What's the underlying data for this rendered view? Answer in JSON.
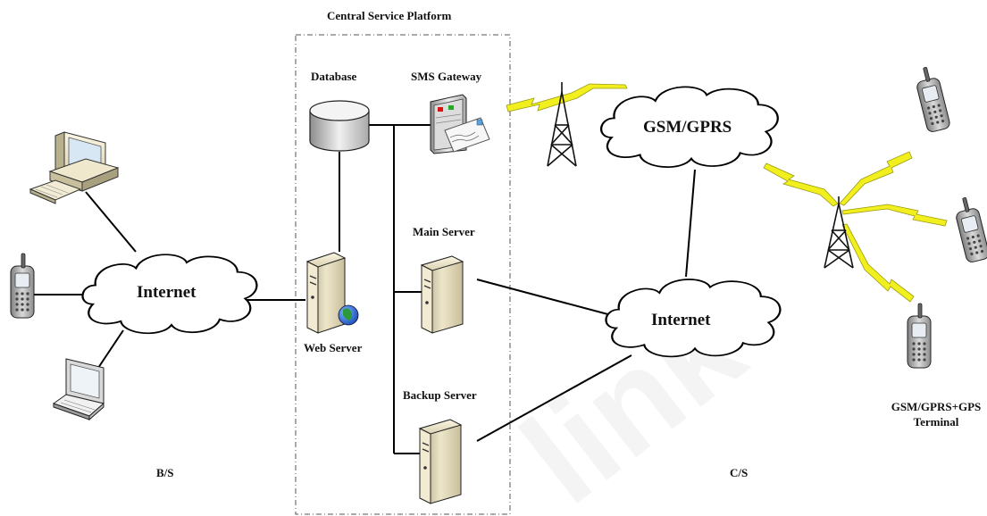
{
  "title": "Central Service Platform",
  "nodes": {
    "database": "Database",
    "sms_gateway": "SMS Gateway",
    "web_server": "Web Server",
    "main_server": "Main Server",
    "backup_server": "Backup Server",
    "internet_left": "Internet",
    "internet_right": "Internet",
    "gsm_gprs": "GSM/GPRS",
    "terminal_line1": "GSM/GPRS+GPS",
    "terminal_line2": "Terminal"
  },
  "sections": {
    "left": "B/S",
    "right": "C/S"
  },
  "watermark": "link",
  "colors": {
    "line": "#000000",
    "lightning": "#f2ef1e",
    "cloud_fill": "#ffffff",
    "platform_border": "#555555"
  },
  "icons": [
    "desktop-computer-icon",
    "mobile-phone-icon",
    "laptop-icon",
    "database-icon",
    "sms-gateway-icon",
    "web-server-icon",
    "server-icon",
    "cell-tower-icon",
    "cloud-icon",
    "lightning-icon"
  ]
}
